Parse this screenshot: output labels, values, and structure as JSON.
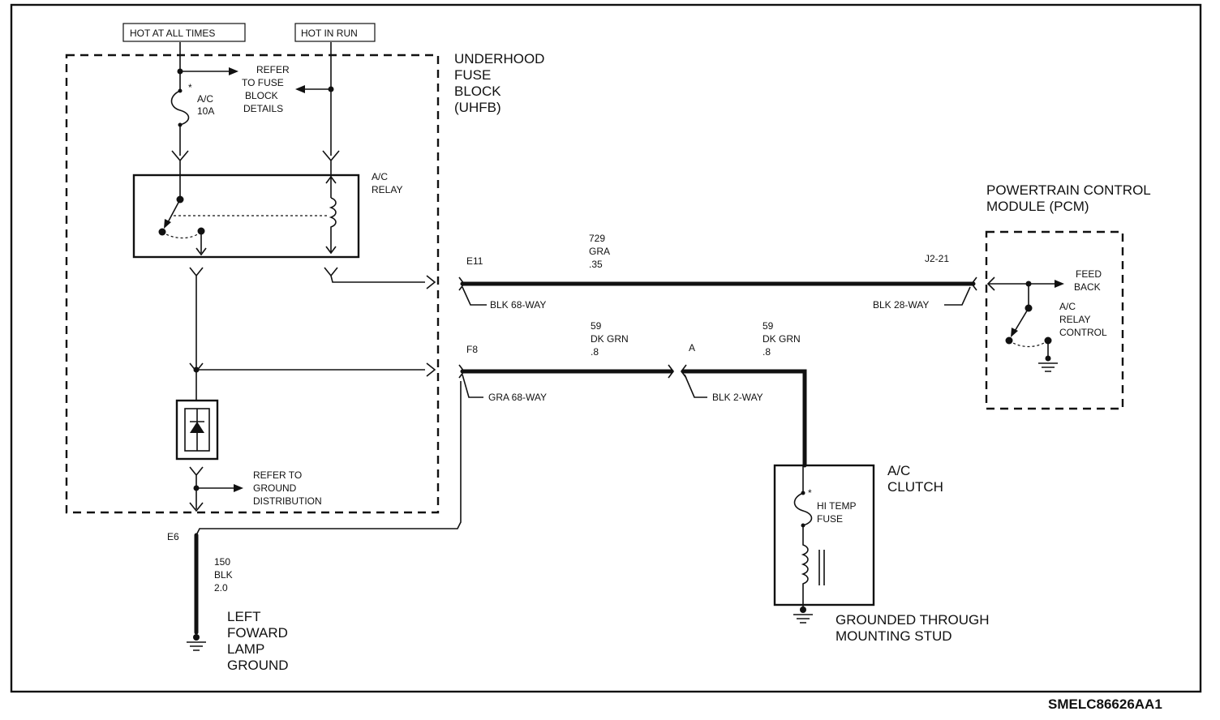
{
  "labels": {
    "hot_at_all_times": "HOT AT ALL TIMES",
    "hot_in_run": "HOT IN RUN",
    "underhood_fuse_block": [
      "UNDERHOOD",
      "FUSE",
      "BLOCK",
      "(UHFB)"
    ],
    "refer_fuse_block": [
      "REFER",
      "TO FUSE",
      "BLOCK",
      "DETAILS"
    ],
    "ac_fuse": [
      "A/C",
      "10A"
    ],
    "ac_relay": [
      "A/C",
      "RELAY"
    ],
    "pcm": [
      "POWERTRAIN CONTROL",
      "MODULE (PCM)"
    ],
    "feed_back": [
      "FEED",
      "BACK"
    ],
    "ac_relay_control": [
      "A/C",
      "RELAY",
      "CONTROL"
    ],
    "refer_ground": [
      "REFER TO",
      "GROUND",
      "DISTRIBUTION"
    ],
    "ac_clutch": [
      "A/C",
      "CLUTCH"
    ],
    "hi_temp_fuse": [
      "HI TEMP",
      "FUSE"
    ],
    "grounded_through": [
      "GROUNDED THROUGH",
      "MOUNTING STUD"
    ],
    "left_forward_ground": [
      "LEFT",
      "FOWARD",
      "LAMP",
      "GROUND"
    ],
    "diagram_code": "SMELC86626AA1"
  },
  "connectors": {
    "e11": "E11",
    "j2_21": "J2-21",
    "blk68": "BLK 68-WAY",
    "blk28": "BLK 28-WAY",
    "f8": "F8",
    "gra68": "GRA 68-WAY",
    "a": "A",
    "blk2": "BLK 2-WAY",
    "e6": "E6"
  },
  "wires": {
    "w729": [
      "729",
      "GRA",
      ".35"
    ],
    "w59_left": [
      "59",
      "DK GRN",
      ".8"
    ],
    "w59_right": [
      "59",
      "DK GRN",
      ".8"
    ],
    "w150": [
      "150",
      "BLK",
      "2.0"
    ]
  }
}
